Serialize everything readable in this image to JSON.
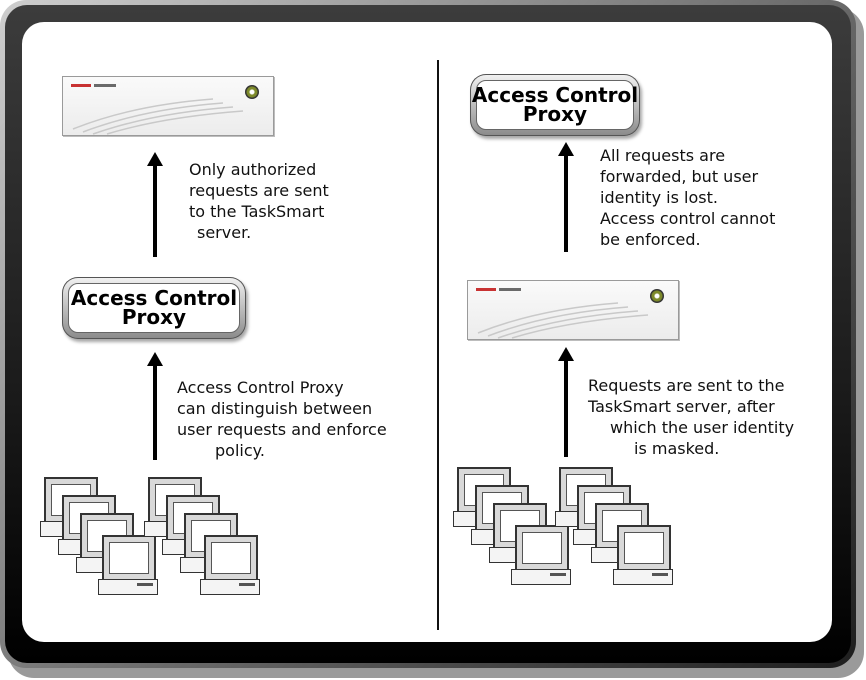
{
  "left": {
    "label_top": [
      "Only authorized",
      "requests are sent",
      "to the TaskSmart",
      "server."
    ],
    "proxy": [
      "Access Control",
      "Proxy"
    ],
    "label_bottom": [
      "Access Control Proxy",
      "can distinguish between",
      "user requests and enforce",
      "policy."
    ]
  },
  "right": {
    "proxy": [
      "Access Control",
      "Proxy"
    ],
    "label_top": [
      "All requests are",
      "forwarded, but user",
      "identity is lost.",
      "Access control cannot",
      "be enforced."
    ],
    "label_bottom": [
      "Requests are sent to the",
      "TaskSmart server, after",
      "which the user identity",
      "is masked."
    ]
  },
  "icons": {
    "server": "tasksmart-server-icon",
    "computers": "user-computers-icon",
    "arrow": "up-arrow-icon"
  }
}
